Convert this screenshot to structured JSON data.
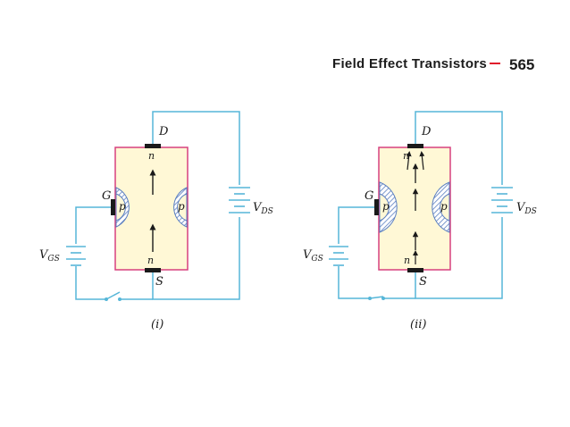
{
  "header": {
    "running_title": "Field Effect Transistors",
    "page_number": "565"
  },
  "colors": {
    "wire": "#56b6d8",
    "channel_fill": "#fff8d6",
    "channel_border": "#d7417f",
    "depletion_fill": "#ffffff",
    "depletion_hatch": "#5b7fc0",
    "terminal": "#1a1a1a",
    "header_dash": "#e01a2b"
  },
  "diagrams": [
    {
      "id": "i",
      "caption": "(i)",
      "drain_label": "D",
      "source_label": "S",
      "gate_label": "G",
      "top_region_label": "n",
      "bottom_region_label": "n",
      "left_gate_label": "p",
      "right_gate_label": "p",
      "vds_label": "V",
      "vds_sub": "DS",
      "vgs_label": "V",
      "vgs_sub": "GS",
      "switch_state": "open",
      "depletion_size": "small",
      "electron_arrows": 2
    },
    {
      "id": "ii",
      "caption": "(ii)",
      "drain_label": "D",
      "source_label": "S",
      "gate_label": "G",
      "top_region_label": "n",
      "bottom_region_label": "n",
      "left_gate_label": "p",
      "right_gate_label": "p",
      "vds_label": "V",
      "vds_sub": "DS",
      "vgs_label": "V",
      "vgs_sub": "GS",
      "switch_state": "closed",
      "depletion_size": "large",
      "electron_arrows": 6
    }
  ]
}
